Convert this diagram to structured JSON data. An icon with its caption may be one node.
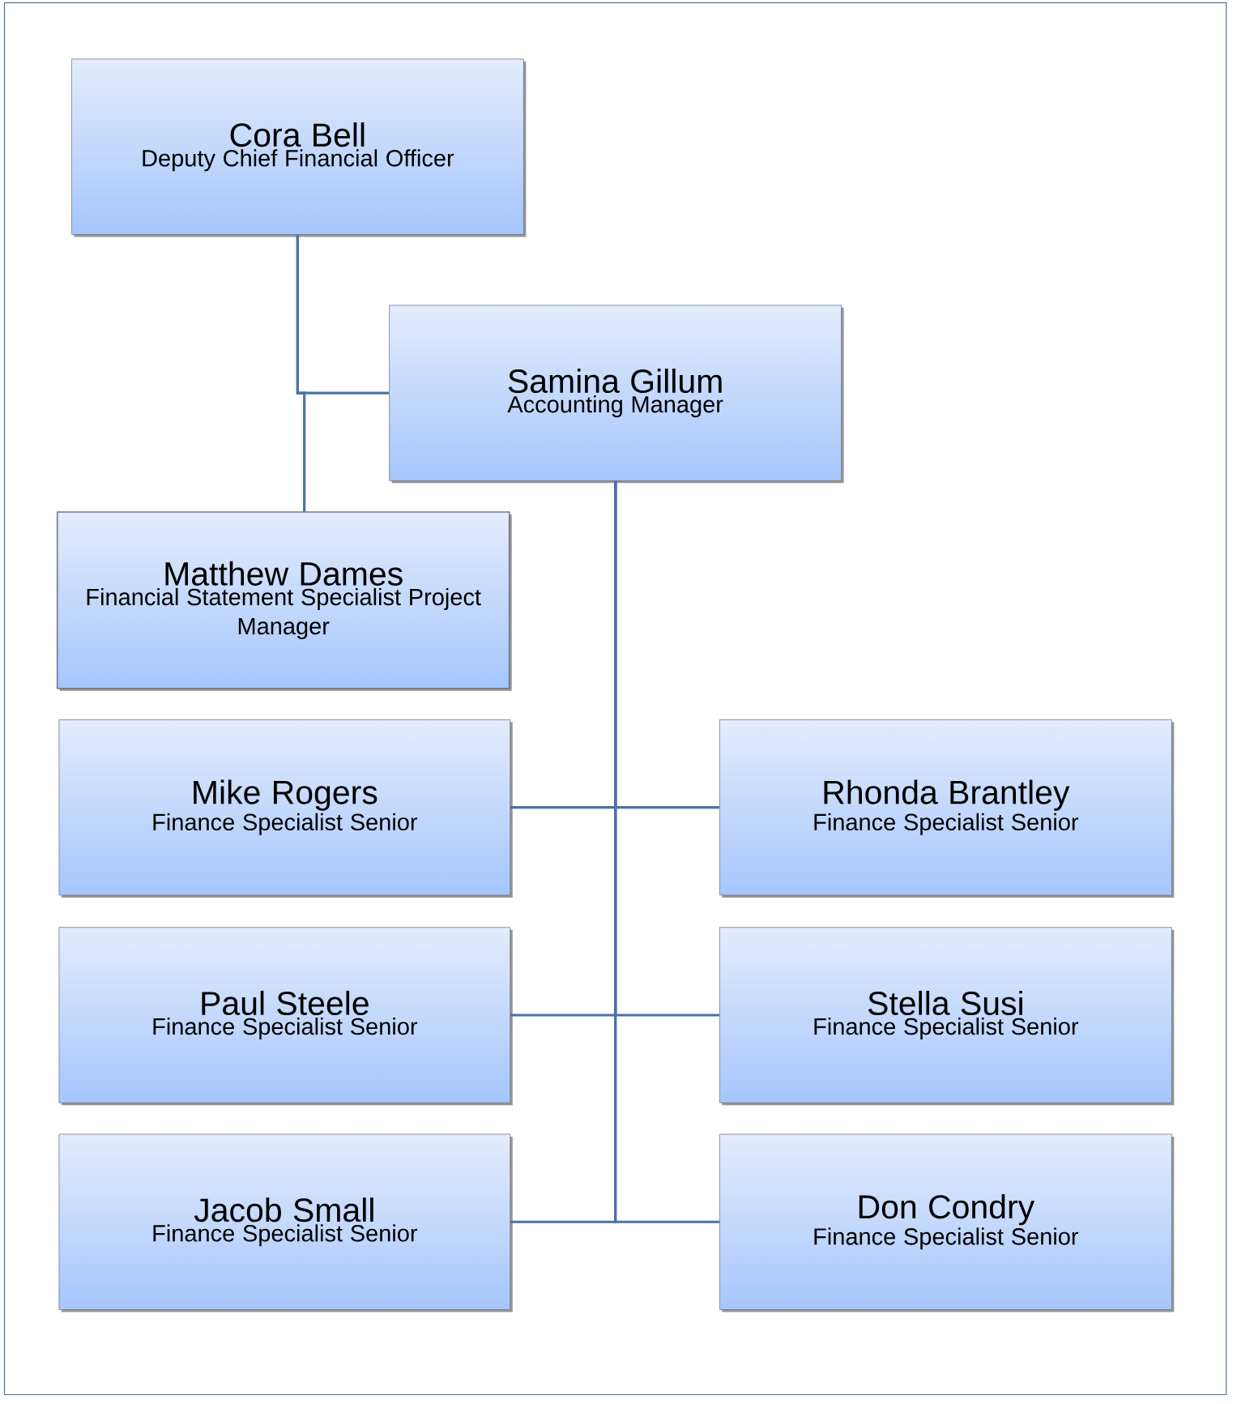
{
  "diagram": {
    "nodes": [
      {
        "text": [
          "Cora Bell",
          "Deputy Chief Financial Officer"
        ]
      },
      {
        "text": [
          "Samina Gillum",
          "Accounting Manager"
        ]
      },
      {
        "text": [
          "Matthew Dames",
          "Financial Statement Specialist Project Manager"
        ]
      },
      {
        "text": [
          "Mike Rogers",
          "Finance Specialist Senior"
        ]
      },
      {
        "text": [
          "Rhonda Brantley",
          "Finance Specialist Senior"
        ]
      },
      {
        "text": [
          "Paul Steele",
          "Finance Specialist Senior"
        ]
      },
      {
        "text": [
          "Stella Susi",
          "Finance Specialist Senior"
        ]
      },
      {
        "text": [
          "Jacob Small",
          "Finance Specialist Senior"
        ]
      },
      {
        "text": [
          "Don Condry",
          "Finance Specialist Senior"
        ]
      }
    ],
    "edges": [
      {
        "from": 0,
        "to": 1,
        "arrow": "none"
      },
      {
        "from": 0,
        "to": 2,
        "arrow": "none"
      },
      {
        "from": 1,
        "to": 3,
        "arrow": "none"
      },
      {
        "from": 1,
        "to": 4,
        "arrow": "none"
      },
      {
        "from": 1,
        "to": 5,
        "arrow": "none"
      },
      {
        "from": 1,
        "to": 6,
        "arrow": "none"
      },
      {
        "from": 1,
        "to": 7,
        "arrow": "none"
      },
      {
        "from": 1,
        "to": 8,
        "arrow": "none"
      }
    ]
  }
}
